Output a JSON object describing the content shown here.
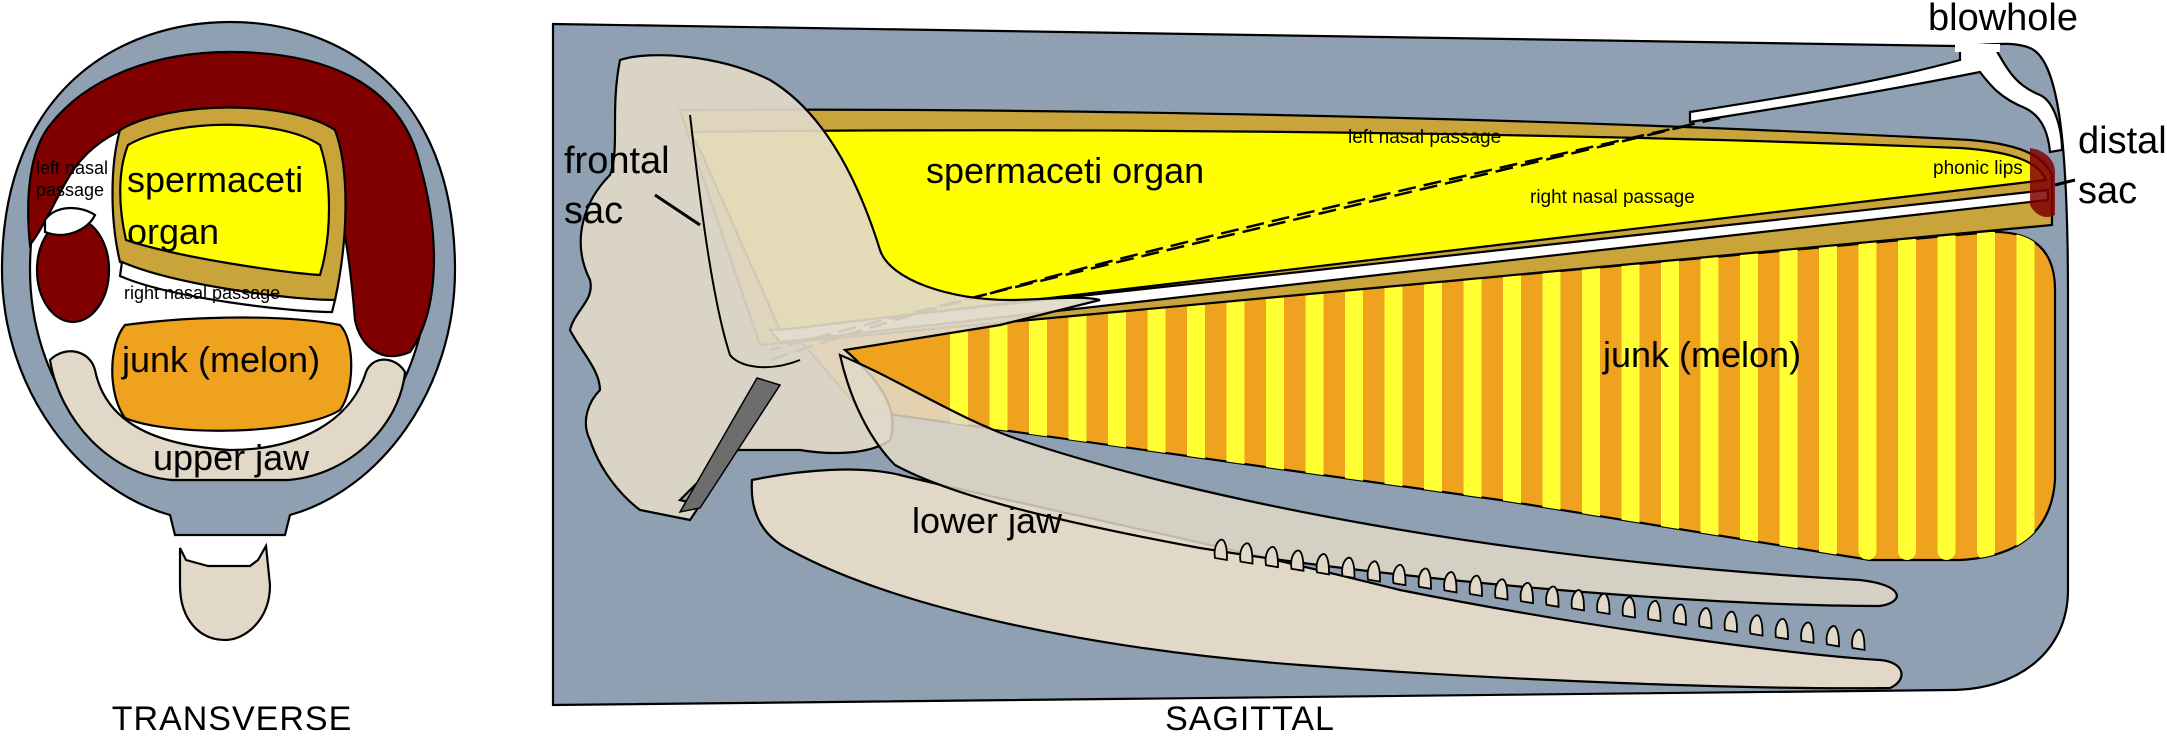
{
  "transverse": {
    "caption": "TRANSVERSE",
    "labels": {
      "left_nasal_line1": "left nasal",
      "left_nasal_line2": "passage",
      "spermaceti_line1": "spermaceti",
      "spermaceti_line2": "organ",
      "right_nasal": "right nasal passage",
      "junk": "junk (melon)",
      "upper_jaw": "upper jaw"
    }
  },
  "sagittal": {
    "caption": "SAGITTAL",
    "labels": {
      "blowhole": "blowhole",
      "distal_line1": "distal",
      "distal_line2": "sac",
      "frontal_line1": "frontal",
      "frontal_line2": "sac",
      "spermaceti": "spermaceti organ",
      "left_nasal": "left nasal passage",
      "right_nasal": "right nasal passage",
      "phonic_lips": "phonic lips",
      "junk": "junk (melon)",
      "lower_jaw": "lower jaw"
    }
  },
  "colors": {
    "skin": "#8ea0b1",
    "muscle": "#800000",
    "spermaceti": "#ffff00",
    "spermaceti_case": "#c9a43a",
    "junk": "#eea21e",
    "junk_stripe": "#ffff33",
    "bone": "#e1d8c8",
    "cavity": "#ffffff"
  }
}
